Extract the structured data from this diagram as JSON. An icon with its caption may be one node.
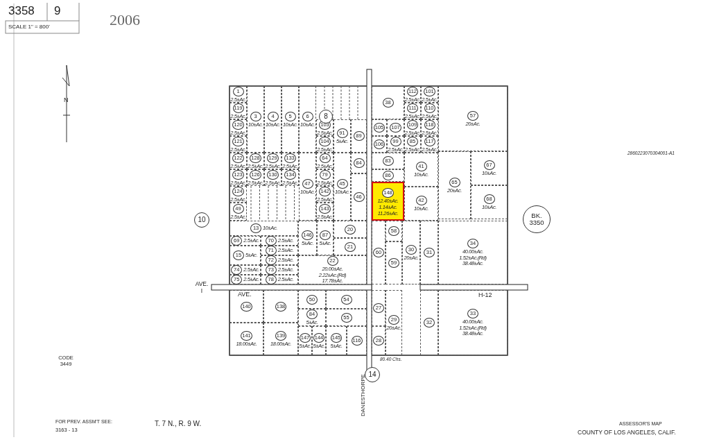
{
  "diagram": {
    "nodes": [
      {
        "text": [
          "1",
          "2.5±Ac."
        ]
      },
      {
        "text": [
          "119",
          "2.5±Ac."
        ]
      },
      {
        "text": [
          "120",
          "2.5±Ac."
        ]
      },
      {
        "text": [
          "121",
          "2.5±Ac."
        ]
      },
      {
        "text": [
          "122",
          "2.5±Ac."
        ]
      },
      {
        "text": [
          "123",
          "2.5±Ac."
        ]
      },
      {
        "text": [
          "124",
          "2.5±Ac."
        ]
      },
      {
        "text": [
          "49",
          "2.5±Ac."
        ]
      },
      {
        "text": [
          "3",
          "10±Ac."
        ]
      },
      {
        "text": [
          "4",
          "10±Ac."
        ]
      },
      {
        "text": [
          "5",
          "10±Ac."
        ]
      },
      {
        "text": [
          "6",
          "10±Ac."
        ]
      },
      {
        "text": [
          "128",
          "2.5±Ac."
        ]
      },
      {
        "text": [
          "129",
          "2.5±Ac."
        ]
      },
      {
        "text": [
          "133",
          "2.5±Ac."
        ]
      },
      {
        "text": [
          "126",
          "2.5±Ac."
        ]
      },
      {
        "text": [
          "130",
          "2.5±Ac."
        ]
      },
      {
        "text": [
          "134",
          "2.5±Ac."
        ]
      },
      {
        "text": [
          "47",
          "10±Ac."
        ]
      },
      {
        "text": [
          "103",
          "2.5±Ac."
        ]
      },
      {
        "text": [
          "104",
          "2.5±Ac."
        ]
      },
      {
        "text": [
          "64",
          "2.5±Ac."
        ]
      },
      {
        "text": [
          "79",
          "2.5±Ac."
        ]
      },
      {
        "text": [
          "142",
          "2.5±Ac."
        ]
      },
      {
        "text": [
          "143",
          "2.5±Ac."
        ]
      },
      {
        "text": [
          "91",
          "5±Ac."
        ]
      },
      {
        "text": [
          "89"
        ]
      },
      {
        "text": [
          "45",
          "10±Ac."
        ]
      },
      {
        "text": [
          "84"
        ]
      },
      {
        "text": [
          "46"
        ]
      },
      {
        "text": [
          "38"
        ]
      },
      {
        "text": [
          "112",
          "2.5±Ac."
        ]
      },
      {
        "text": [
          "101",
          "2.5±Ac."
        ]
      },
      {
        "text": [
          "111",
          "2.5±Ac."
        ]
      },
      {
        "text": [
          "110",
          "2.5±Ac."
        ]
      },
      {
        "text": [
          "105"
        ]
      },
      {
        "text": [
          "107"
        ]
      },
      {
        "text": [
          "109",
          "2.5±Ac."
        ]
      },
      {
        "text": [
          "118",
          "2.5±Ac."
        ]
      },
      {
        "text": [
          "106"
        ]
      },
      {
        "text": [
          "99",
          "2.5±Ac."
        ]
      },
      {
        "text": [
          "85",
          "2.5±Ac."
        ]
      },
      {
        "text": [
          "117",
          "2.5±Ac."
        ]
      },
      {
        "text": [
          "83"
        ]
      },
      {
        "text": [
          "86"
        ]
      },
      {
        "text": [
          "41",
          "10±Ac."
        ]
      },
      {
        "text": [
          "42",
          "10±Ac."
        ]
      },
      {
        "text": [
          "148",
          "12.40±Ac.",
          "1.14±Ac.",
          "11.26±Ac."
        ]
      },
      {
        "text": [
          "57",
          "20±Ac."
        ]
      },
      {
        "text": [
          "65",
          "20±Ac."
        ]
      },
      {
        "text": [
          "67",
          "10±Ac."
        ]
      },
      {
        "text": [
          "68",
          "10±Ac."
        ]
      },
      {
        "text": [
          "13",
          "10±Ac."
        ]
      },
      {
        "text": [
          "69",
          "2.5±Ac."
        ]
      },
      {
        "text": [
          "70",
          "2.5±Ac."
        ]
      },
      {
        "text": [
          "15",
          "5±Ac."
        ]
      },
      {
        "text": [
          "71",
          "2.5±Ac."
        ]
      },
      {
        "text": [
          "72",
          "2.5±Ac."
        ]
      },
      {
        "text": [
          "74",
          "2.5±Ac."
        ]
      },
      {
        "text": [
          "73",
          "2.5±Ac."
        ]
      },
      {
        "text": [
          "75",
          "2.5±Ac."
        ]
      },
      {
        "text": [
          "78",
          "2.5±Ac."
        ]
      },
      {
        "text": [
          "146",
          "5±Ac."
        ]
      },
      {
        "text": [
          "87",
          "5±Ac."
        ]
      },
      {
        "text": [
          "20"
        ]
      },
      {
        "text": [
          "21"
        ]
      },
      {
        "text": [
          "22",
          "20.00±Ac.",
          "2.22±Ac.(Rd)",
          "17.78±Ac."
        ]
      },
      {
        "text": [
          "60"
        ]
      },
      {
        "text": [
          "58"
        ]
      },
      {
        "text": [
          "59"
        ]
      },
      {
        "text": [
          "30",
          "20±Ac."
        ]
      },
      {
        "text": [
          "31"
        ]
      },
      {
        "text": [
          "34",
          "40.00±Ac.",
          "1.52±Ac.(Rd)",
          "38.48±Ac."
        ]
      },
      {
        "text": [
          "140"
        ]
      },
      {
        "text": [
          "141",
          "18.00±Ac."
        ]
      },
      {
        "text": [
          "138"
        ]
      },
      {
        "text": [
          "139",
          "18.00±Ac."
        ]
      },
      {
        "text": [
          "50"
        ]
      },
      {
        "text": [
          "84",
          "5±Ac."
        ]
      },
      {
        "text": [
          "147",
          "5±Ac."
        ]
      },
      {
        "text": [
          "144",
          "5±Ac."
        ]
      },
      {
        "text": [
          "54"
        ]
      },
      {
        "text": [
          "55"
        ]
      },
      {
        "text": [
          "145",
          "5±Ac."
        ]
      },
      {
        "text": [
          "116"
        ]
      },
      {
        "text": [
          "27"
        ]
      },
      {
        "text": [
          "28"
        ]
      },
      {
        "text": [
          "29",
          "20±Ac."
        ]
      },
      {
        "text": [
          "32"
        ]
      },
      {
        "text": [
          "33",
          "40.00±Ac.",
          "1.52±Ac.(Rd)",
          "38.48±Ac."
        ]
      },
      {
        "text": [
          "8"
        ]
      },
      {
        "text": [
          "10"
        ]
      },
      {
        "text": [
          "BK. 3350"
        ]
      },
      {
        "text": [
          "14"
        ]
      }
    ],
    "labels": [
      "3358",
      "9",
      "SCALE 1\" = 800'",
      "2006",
      "N",
      "AVE. I",
      "AVE.",
      "H-12",
      "DANESTHORPE",
      "80.40 Chs.",
      "CODE 3449",
      "FOR PREV. ASSM'T SEE:",
      "3163 - 13",
      "T. 7 N., R. 9 W.",
      "ASSESSOR'S MAP",
      "COUNTY OF LOS ANGELES, CALIF.",
      "2860223070304001-A1"
    ]
  }
}
